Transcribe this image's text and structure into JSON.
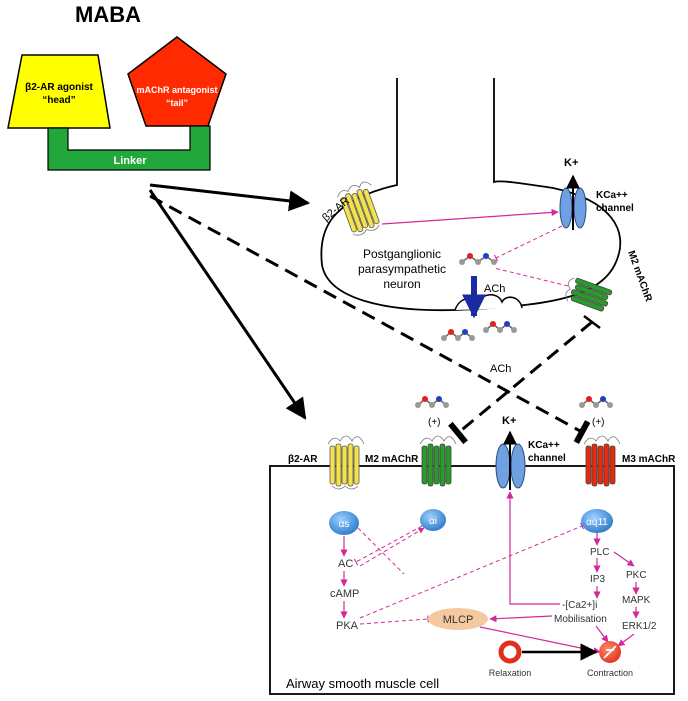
{
  "maba": {
    "title": "MABA",
    "agonist_line1": "β2-AR agonist",
    "agonist_line2": "“head”",
    "antagonist_line1": "mAChR antagonist",
    "antagonist_line2": "“tail”",
    "linker": "Linker"
  },
  "neuron": {
    "b2ar": "β2-AR",
    "k_ion": "K+",
    "kca_line1": "KCa++",
    "kca_line2": "channel",
    "label_line1": "Postganglionic",
    "label_line2": "parasympathetic",
    "label_line3": "neuron",
    "ach": "ACh",
    "m2": "M2 mAChR"
  },
  "cleft": {
    "ach": "ACh",
    "plus_left": "(+)",
    "plus_right": "(+)"
  },
  "cell": {
    "title": "Airway smooth muscle cell",
    "b2ar": "β2-AR",
    "m2": "M2 mAChR",
    "k_ion": "K+",
    "kca_line1": "KCa++",
    "kca_line2": "channel",
    "m3": "M3 mAChR",
    "gs": "αs",
    "gi": "αi",
    "gq": "αq11",
    "ac": "AC",
    "camp": "cAMP",
    "pka": "PKA",
    "mlcp": "MLCP",
    "plc": "PLC",
    "ip3": "IP3",
    "ca": "-[Ca2+]i",
    "mobilisation": "Mobilisation",
    "pkc": "PKC",
    "mapk": "MAPK",
    "erk": "ERK1/2",
    "relaxation": "Relaxation",
    "contraction": "Contraction"
  },
  "colors": {
    "agonist": "#ffff00",
    "antagonist": "#ff2a00",
    "linker": "#22a83a",
    "b2ar_receptor": "#f3e24a",
    "m2_receptor": "#2a9a2a",
    "m3_receptor": "#e62a10",
    "channel": "#6fa0e0",
    "g_protein": "#3a86d4",
    "mlcp": "#f4c9a0",
    "pathway": "#d22a9a",
    "inhibit_arrow": "#000000"
  }
}
